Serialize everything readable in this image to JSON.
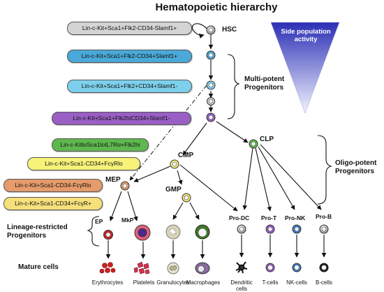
{
  "title": "Hematopoietic hierarchy",
  "side_population": {
    "text": "Side population activity",
    "colors": {
      "top": "#2b2fb5",
      "bottom": "#f2f3ff"
    }
  },
  "markers": [
    {
      "text": "Lin-c-Kit+Sca1+Flk2-CD34-Slamf1+",
      "color": "#d4d4d4"
    },
    {
      "text": "Lin-c-Kit+Sca1+Flk2-CD34+Slamf1+",
      "color": "#4aa9d8"
    },
    {
      "text": "Lin-c-Kit+Sca1+Flk2+CD34+Slamf1-",
      "color": "#7dd0ec"
    },
    {
      "text": "Lin-c-Kit+Sca1+Flk2hiCD34+Slamf1-",
      "color": "#9a5fc4"
    },
    {
      "text": "Lin-c-KitloSca1loIL7Rα+Flk2hi",
      "color": "#5fb84f"
    },
    {
      "text": "Lin-c-Kit+Sca1-CD34+FcγRlo",
      "color": "#f6f27a"
    },
    {
      "text": "Lin-c-Kit+Sca1-CD34-FcγRlo",
      "color": "#e59b6a"
    },
    {
      "text": "Lin-c-Kit+Sca1-CD34+FcγR+",
      "color": "#f6e07a"
    }
  ],
  "stages": {
    "hsc": "HSC",
    "multipotent": "Multi-potent Progenitors",
    "clp": "CLP",
    "oligopotent": "Oligo-potent Progenitors",
    "cmp": "CMP",
    "mep": "MEP",
    "gmp": "GMP",
    "lineage_restricted": "Lineage-restricted Progenitors",
    "mature": "Mature cells"
  },
  "progenitors": [
    "EP",
    "MkP",
    "Pro-DC",
    "Pro-T",
    "Pro-NK",
    "Pro-B"
  ],
  "mature_cells": [
    "Erythrocytes",
    "Platelets",
    "Granulocytes",
    "Macrophages",
    "Dendritic cells",
    "T-cells",
    "NK-cells",
    "B-cells"
  ]
}
